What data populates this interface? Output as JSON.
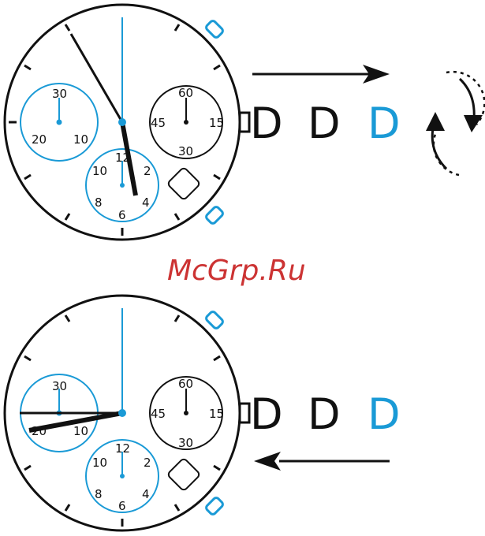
{
  "colors": {
    "black": "#111111",
    "blue": "#1a9ad6",
    "red": "#cc3333"
  },
  "watermark": "McGrp.Ru",
  "watches": [
    {
      "id": "top",
      "subdial_left": [
        "30",
        "20",
        "10"
      ],
      "subdial_right": [
        "60",
        "45",
        "15",
        "30"
      ],
      "subdial_bottom": [
        "12",
        "10",
        "2",
        "8",
        "4",
        "6"
      ],
      "crown_positions": [
        "D",
        "D",
        "D"
      ]
    },
    {
      "id": "bottom",
      "subdial_left": [
        "30",
        "20",
        "10"
      ],
      "subdial_right": [
        "60",
        "45",
        "15",
        "30"
      ],
      "subdial_bottom": [
        "12",
        "10",
        "2",
        "8",
        "4",
        "6"
      ],
      "crown_positions": [
        "D",
        "D",
        "D"
      ]
    }
  ]
}
